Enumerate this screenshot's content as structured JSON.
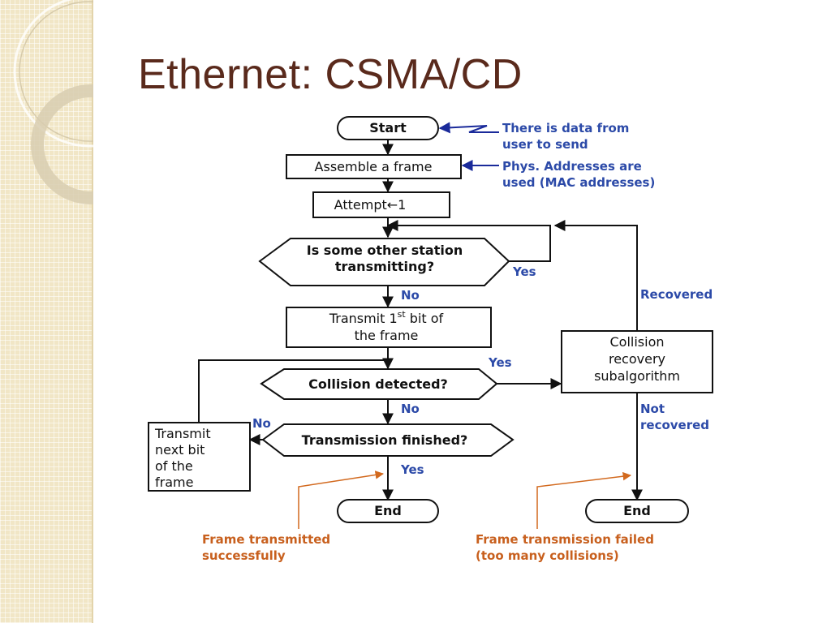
{
  "slide": {
    "title": "Ethernet: CSMA/CD"
  },
  "flowchart": {
    "start": "Start",
    "assemble": "Assemble a frame",
    "attempt": "Attempt←1",
    "station_check": [
      "Is some other station",
      "transmitting?"
    ],
    "transmit_first": [
      "Transmit 1",
      "st",
      " bit of",
      "the frame"
    ],
    "collision_detected": "Collision detected?",
    "transmission_finished": "Transmission finished?",
    "transmit_next": [
      "Transmit",
      "next bit",
      "of the",
      "frame"
    ],
    "recovery": [
      "Collision",
      "recovery",
      "subalgorithm"
    ],
    "end_left": "End",
    "end_right": "End",
    "labels": {
      "yes_station": "Yes",
      "no_station": "No",
      "yes_collision": "Yes",
      "no_collision": "No",
      "no_finished": "No",
      "yes_finished": "Yes",
      "recovered": "Recovered",
      "not_recovered": [
        "Not",
        "recovered"
      ]
    },
    "notes": {
      "data_from_user": [
        "There is data from",
        "user to send"
      ],
      "phys_addresses": [
        "Phys. Addresses are",
        "used (MAC addresses)"
      ],
      "success": [
        "Frame transmitted",
        "successfully"
      ],
      "failed": [
        "Frame transmission failed",
        "(too many collisions)"
      ]
    }
  },
  "colors": {
    "title": "#5a2a1c",
    "annotation_blue": "#2c4aa8",
    "note_orange": "#c8601e",
    "side_strip": "#f1e6c6"
  }
}
